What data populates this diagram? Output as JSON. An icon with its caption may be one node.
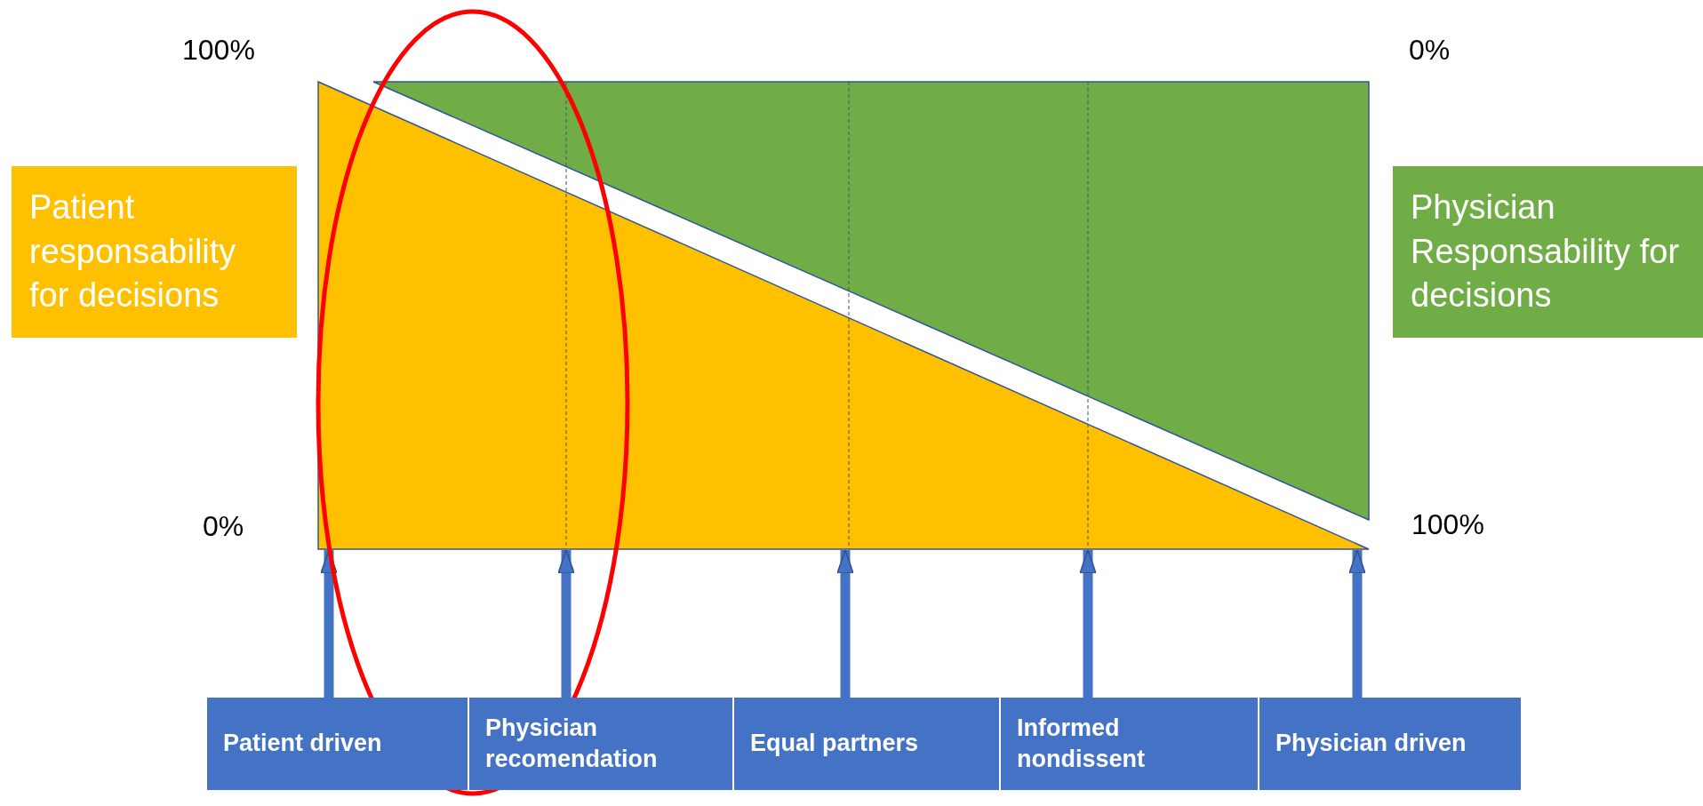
{
  "diagram": {
    "nodes": [
      {
        "text": [
          "Patient responsability for decisions"
        ]
      },
      {
        "text": [
          "Physician Responsability for decisions"
        ]
      },
      {
        "text": [
          "Patient driven"
        ]
      },
      {
        "text": [
          "Physician recomendation"
        ]
      },
      {
        "text": [
          "Equal partners"
        ]
      },
      {
        "text": [
          "Informed nondissent"
        ]
      },
      {
        "text": [
          "Physician driven"
        ]
      }
    ],
    "edges": [
      {
        "from": 2,
        "to": null,
        "arrow": "to"
      },
      {
        "from": 3,
        "to": null,
        "arrow": "to"
      },
      {
        "from": 4,
        "to": null,
        "arrow": "to"
      },
      {
        "from": 5,
        "to": null,
        "arrow": "to"
      },
      {
        "from": 6,
        "to": null,
        "arrow": "to"
      }
    ],
    "labels": [
      "100%",
      "0%",
      "0%",
      "100%"
    ]
  }
}
